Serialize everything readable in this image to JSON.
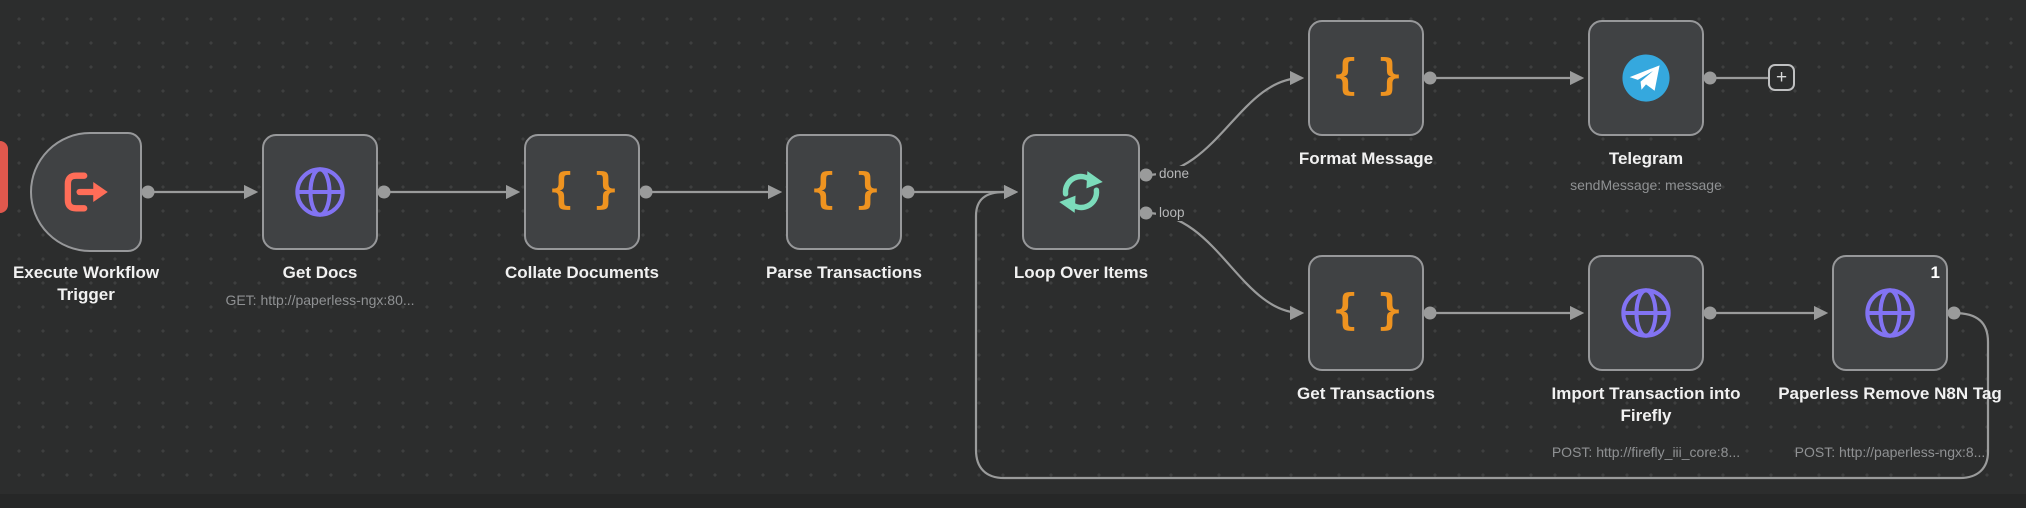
{
  "canvas": {
    "plus_label": "+"
  },
  "icons": {
    "code_glyph": "{ }"
  },
  "nodes": {
    "trigger": {
      "label": "Execute Workflow Trigger"
    },
    "get_docs": {
      "label": "Get Docs",
      "subtitle": "GET: http://paperless-ngx:80..."
    },
    "collate": {
      "label": "Collate Documents"
    },
    "parse": {
      "label": "Parse Transactions"
    },
    "loop": {
      "label": "Loop Over Items",
      "outputs": {
        "done": "done",
        "loop": "loop"
      }
    },
    "format_message": {
      "label": "Format Message"
    },
    "telegram": {
      "label": "Telegram",
      "subtitle": "sendMessage: message"
    },
    "get_transactions": {
      "label": "Get Transactions"
    },
    "import_firefly": {
      "label": "Import Transaction into Firefly",
      "subtitle": "POST: http://firefly_iii_core:8..."
    },
    "paperless_remove": {
      "label": "Paperless Remove N8N Tag",
      "subtitle": "POST: http://paperless-ngx:8...",
      "badge": "1"
    }
  }
}
